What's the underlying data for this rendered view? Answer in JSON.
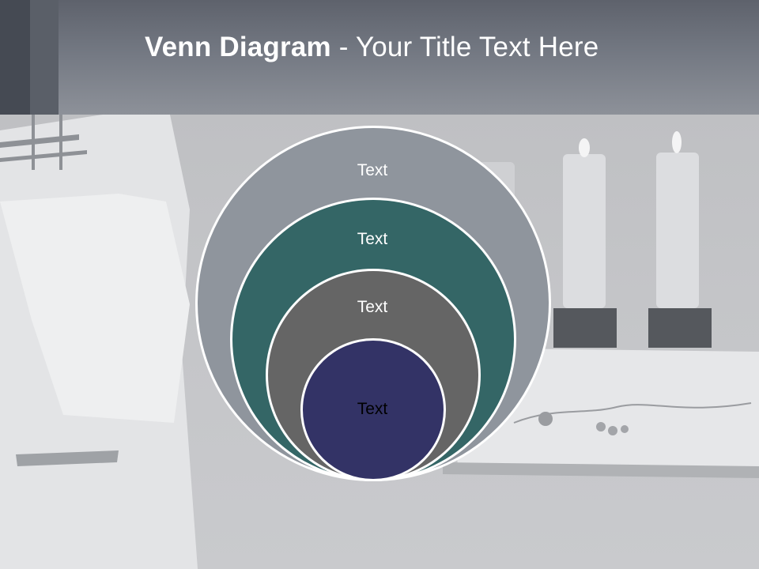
{
  "title": {
    "bold": "Venn Diagram",
    "rest": " - Your Title Text Here"
  },
  "colors": {
    "outer": "#8f959d",
    "second": "#346666",
    "third": "#656565",
    "inner": "#333366",
    "header": "#737882"
  },
  "circles": [
    {
      "label": "Text",
      "color": "#8f959d"
    },
    {
      "label": "Text",
      "color": "#346666"
    },
    {
      "label": "Text",
      "color": "#656565"
    },
    {
      "label": "Text",
      "color": "#333366"
    }
  ]
}
